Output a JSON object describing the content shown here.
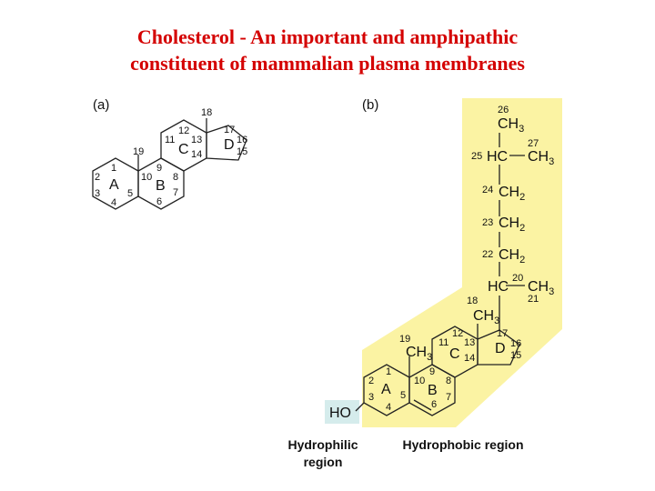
{
  "title": {
    "line1": "Cholesterol - An important and amphipathic",
    "line2": "constituent of mammalian plasma membranes"
  },
  "panels": {
    "a": "(a)",
    "b": "(b)"
  },
  "rings": {
    "A": "A",
    "B": "B",
    "C": "C",
    "D": "D"
  },
  "atom_numbers": {
    "n1": "1",
    "n2": "2",
    "n3": "3",
    "n4": "4",
    "n5": "5",
    "n6": "6",
    "n7": "7",
    "n8": "8",
    "n9": "9",
    "n10": "10",
    "n11": "11",
    "n12": "12",
    "n13": "13",
    "n14": "14",
    "n15": "15",
    "n16": "16",
    "n17": "17",
    "n18": "18",
    "n19": "19",
    "n20": "20",
    "n21": "21",
    "n22": "22",
    "n23": "23",
    "n24": "24",
    "n25": "25",
    "n26": "26",
    "n27": "27"
  },
  "groups": {
    "CH": "CH",
    "CH2": "CH",
    "HC": "HC",
    "HO": "HO",
    "sub3": "3",
    "sub2": "2"
  },
  "captions": {
    "hydrophilic_line1": "Hydrophilic",
    "hydrophilic_line2": "region",
    "hydrophobic": "Hydrophobic region"
  },
  "colors": {
    "title": "#d40000",
    "hydrophobic_fill": "#fbf3a3",
    "hydrophilic_fill": "#d5ecec"
  }
}
